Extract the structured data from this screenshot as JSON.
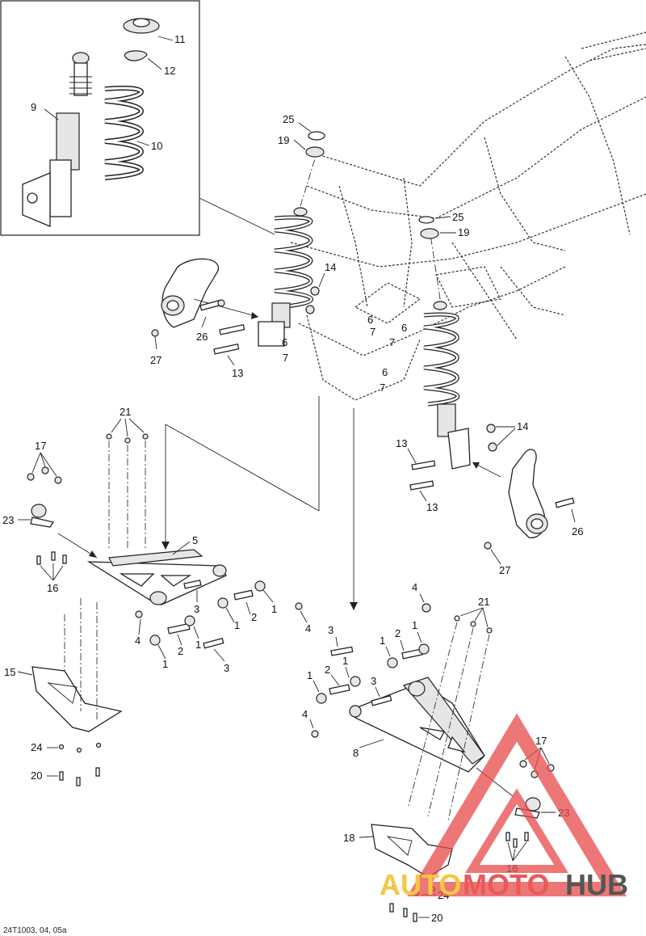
{
  "callouts": {
    "c1a": "1",
    "c1b": "1",
    "c1c": "1",
    "c1d": "1",
    "c1e": "1",
    "c1f": "1",
    "c1g": "1",
    "c1h": "1",
    "c2a": "2",
    "c2b": "2",
    "c2c": "2",
    "c2d": "2",
    "c3a": "3",
    "c3b": "3",
    "c3c": "3",
    "c3d": "3",
    "c4a": "4",
    "c4b": "4",
    "c4c": "4",
    "c4d": "4",
    "c5": "5",
    "c6a": "6",
    "c6b": "6",
    "c6c": "6",
    "c6d": "6",
    "c7a": "7",
    "c7b": "7",
    "c7c": "7",
    "c7d": "7",
    "c8": "8",
    "c9": "9",
    "c10": "10",
    "c11": "11",
    "c12": "12",
    "c13a": "13",
    "c13b": "13",
    "c13c": "13",
    "c14a": "14",
    "c14b": "14",
    "c15": "15",
    "c16a": "16",
    "c16b": "16",
    "c17a": "17",
    "c17b": "17",
    "c18": "18",
    "c19a": "19",
    "c19b": "19",
    "c20a": "20",
    "c20b": "20",
    "c21a": "21",
    "c21b": "21",
    "c23a": "23",
    "c23b": "23",
    "c24a": "24",
    "c24b": "24",
    "c25a": "25",
    "c25b": "25",
    "c26a": "26",
    "c26b": "26",
    "c27a": "27",
    "c27b": "27"
  },
  "figure_code": "24T1003, 04, 05a",
  "watermark": {
    "part1": "AUTO",
    "part2": "MOTO",
    "part3": "HUB",
    "color1": "#f5c842",
    "color2": "#e85a5a",
    "color3": "#555555",
    "triangle_color": "#e84a4a"
  }
}
